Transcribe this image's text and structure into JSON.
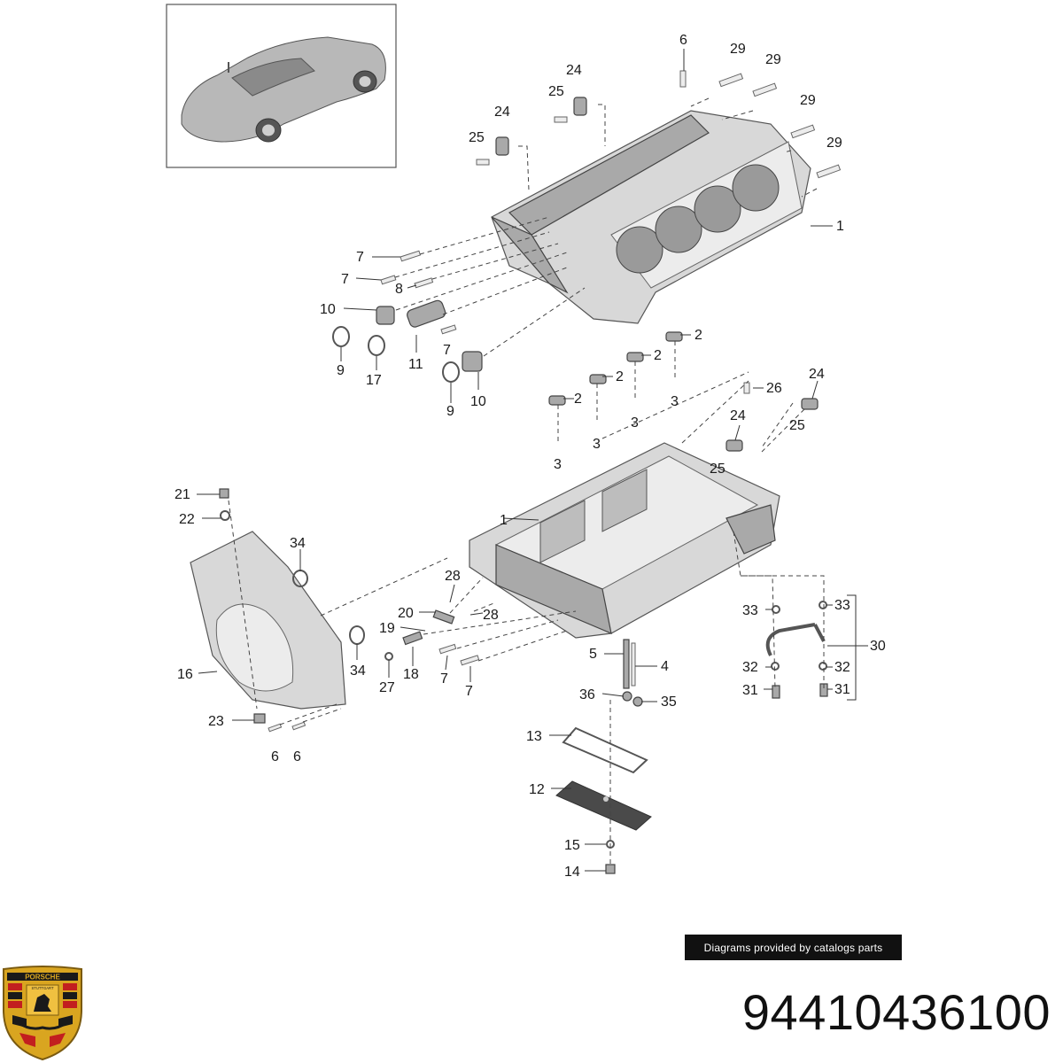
{
  "credit": "Diagrams provided by catalogs parts",
  "part_number": "94410436100",
  "brand": {
    "name": "PORSCHE",
    "city": "STUTTGART",
    "colors": {
      "gold": "#d9a520",
      "red": "#c21f1f",
      "black": "#1a1a1a"
    }
  },
  "callouts": {
    "c6a": "6",
    "c29a": "29",
    "c29b": "29",
    "c29c": "29",
    "c29d": "29",
    "c24a": "24",
    "c25a": "25",
    "c24b": "24",
    "c25b": "25",
    "c1a": "1",
    "c7a": "7",
    "c7b": "7",
    "c8": "8",
    "c10a": "10",
    "c7c": "7",
    "c9a": "9",
    "c17": "17",
    "c11": "11",
    "c9b": "9",
    "c10b": "10",
    "c2a": "2",
    "c2b": "2",
    "c2c": "2",
    "c2d": "2",
    "c3a": "3",
    "c3b": "3",
    "c3c": "3",
    "c3d": "3",
    "c26": "26",
    "c24c": "24",
    "c25c": "25",
    "c24d": "24",
    "c25d": "25",
    "c21": "21",
    "c22": "22",
    "c34a": "34",
    "c1b": "1",
    "c28a": "28",
    "c20": "20",
    "c28b": "28",
    "c19": "19",
    "c34b": "34",
    "c16": "16",
    "c27": "27",
    "c18": "18",
    "c7d": "7",
    "c7e": "7",
    "c5": "5",
    "c4": "4",
    "c33a": "33",
    "c33b": "33",
    "c30": "30",
    "c32a": "32",
    "c32b": "32",
    "c31a": "31",
    "c31b": "31",
    "c23": "23",
    "c6b": "6",
    "c6c": "6",
    "c36": "36",
    "c35": "35",
    "c13": "13",
    "c12": "12",
    "c15": "15",
    "c14": "14"
  }
}
